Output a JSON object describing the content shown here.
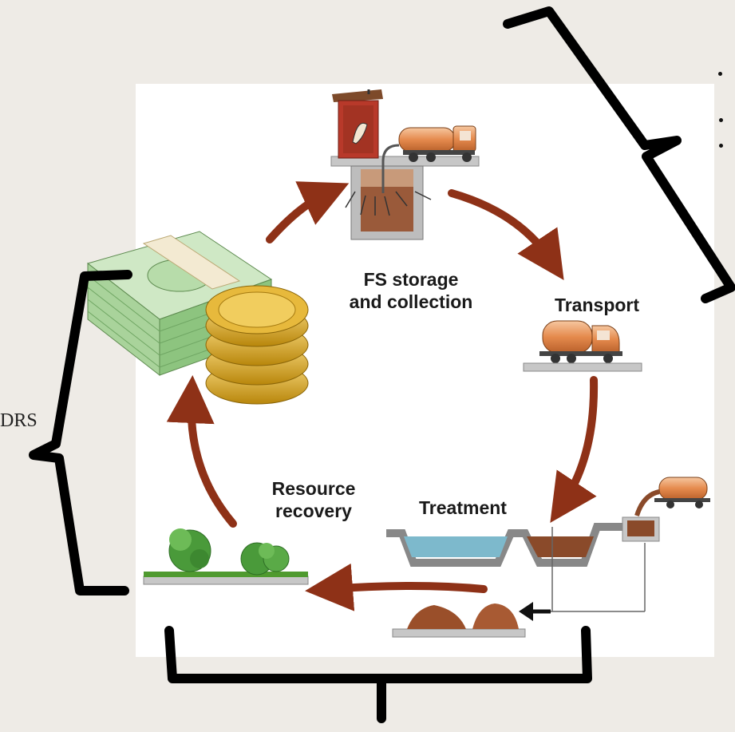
{
  "labels": {
    "storage_line1": "FS storage",
    "storage_line2": "and collection",
    "transport": "Transport",
    "resource_line1": "Resource",
    "resource_line2": "recovery",
    "treatment": "Treatment"
  },
  "side_text": "DRS",
  "colors": {
    "background": "#eeebe6",
    "panel": "#ffffff",
    "arrow": "#8e3117",
    "bracket": "#000000"
  },
  "icons": [
    "outhouse-icon",
    "vacuum-truck-icon",
    "money-stack-icon",
    "gold-coins-icon",
    "plants-icon",
    "treatment-ponds-icon",
    "sludge-piles-icon"
  ]
}
